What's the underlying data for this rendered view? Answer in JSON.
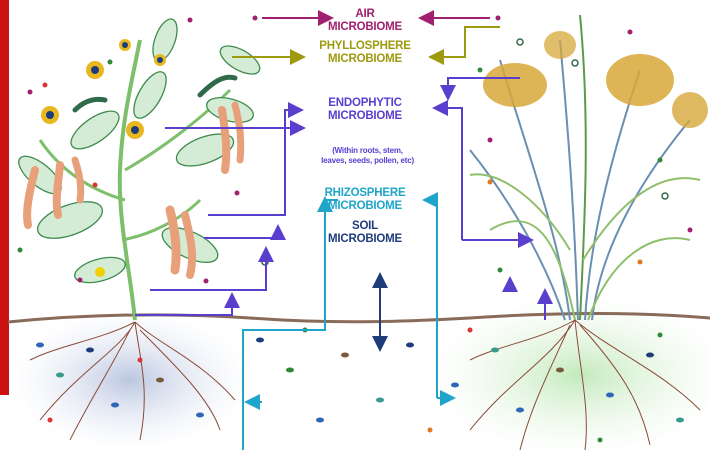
{
  "labels": {
    "air": [
      "AIR",
      "MICROBIOME"
    ],
    "phyllosphere": [
      "PHYLLOSPHERE",
      "MICROBIOME"
    ],
    "endophytic": [
      "ENDOPHYTIC",
      "MICROBIOME"
    ],
    "endophytic_note": [
      "(Within roots, stem,",
      "leaves, seeds, pollen, etc)"
    ],
    "rhizosphere": [
      "RHIZOSPHERE",
      "MICROBIOME"
    ],
    "soil": [
      "SOIL",
      "MICROBIOME"
    ]
  },
  "colors": {
    "air": "#a0206f",
    "phyllosphere": "#9d9a10",
    "endophytic": "#5a3fcf",
    "rhizosphere": "#1fa5c9",
    "soil": "#1f3c7a",
    "ground_line": "#8a6b5a",
    "frame_red": "#cc1111"
  }
}
